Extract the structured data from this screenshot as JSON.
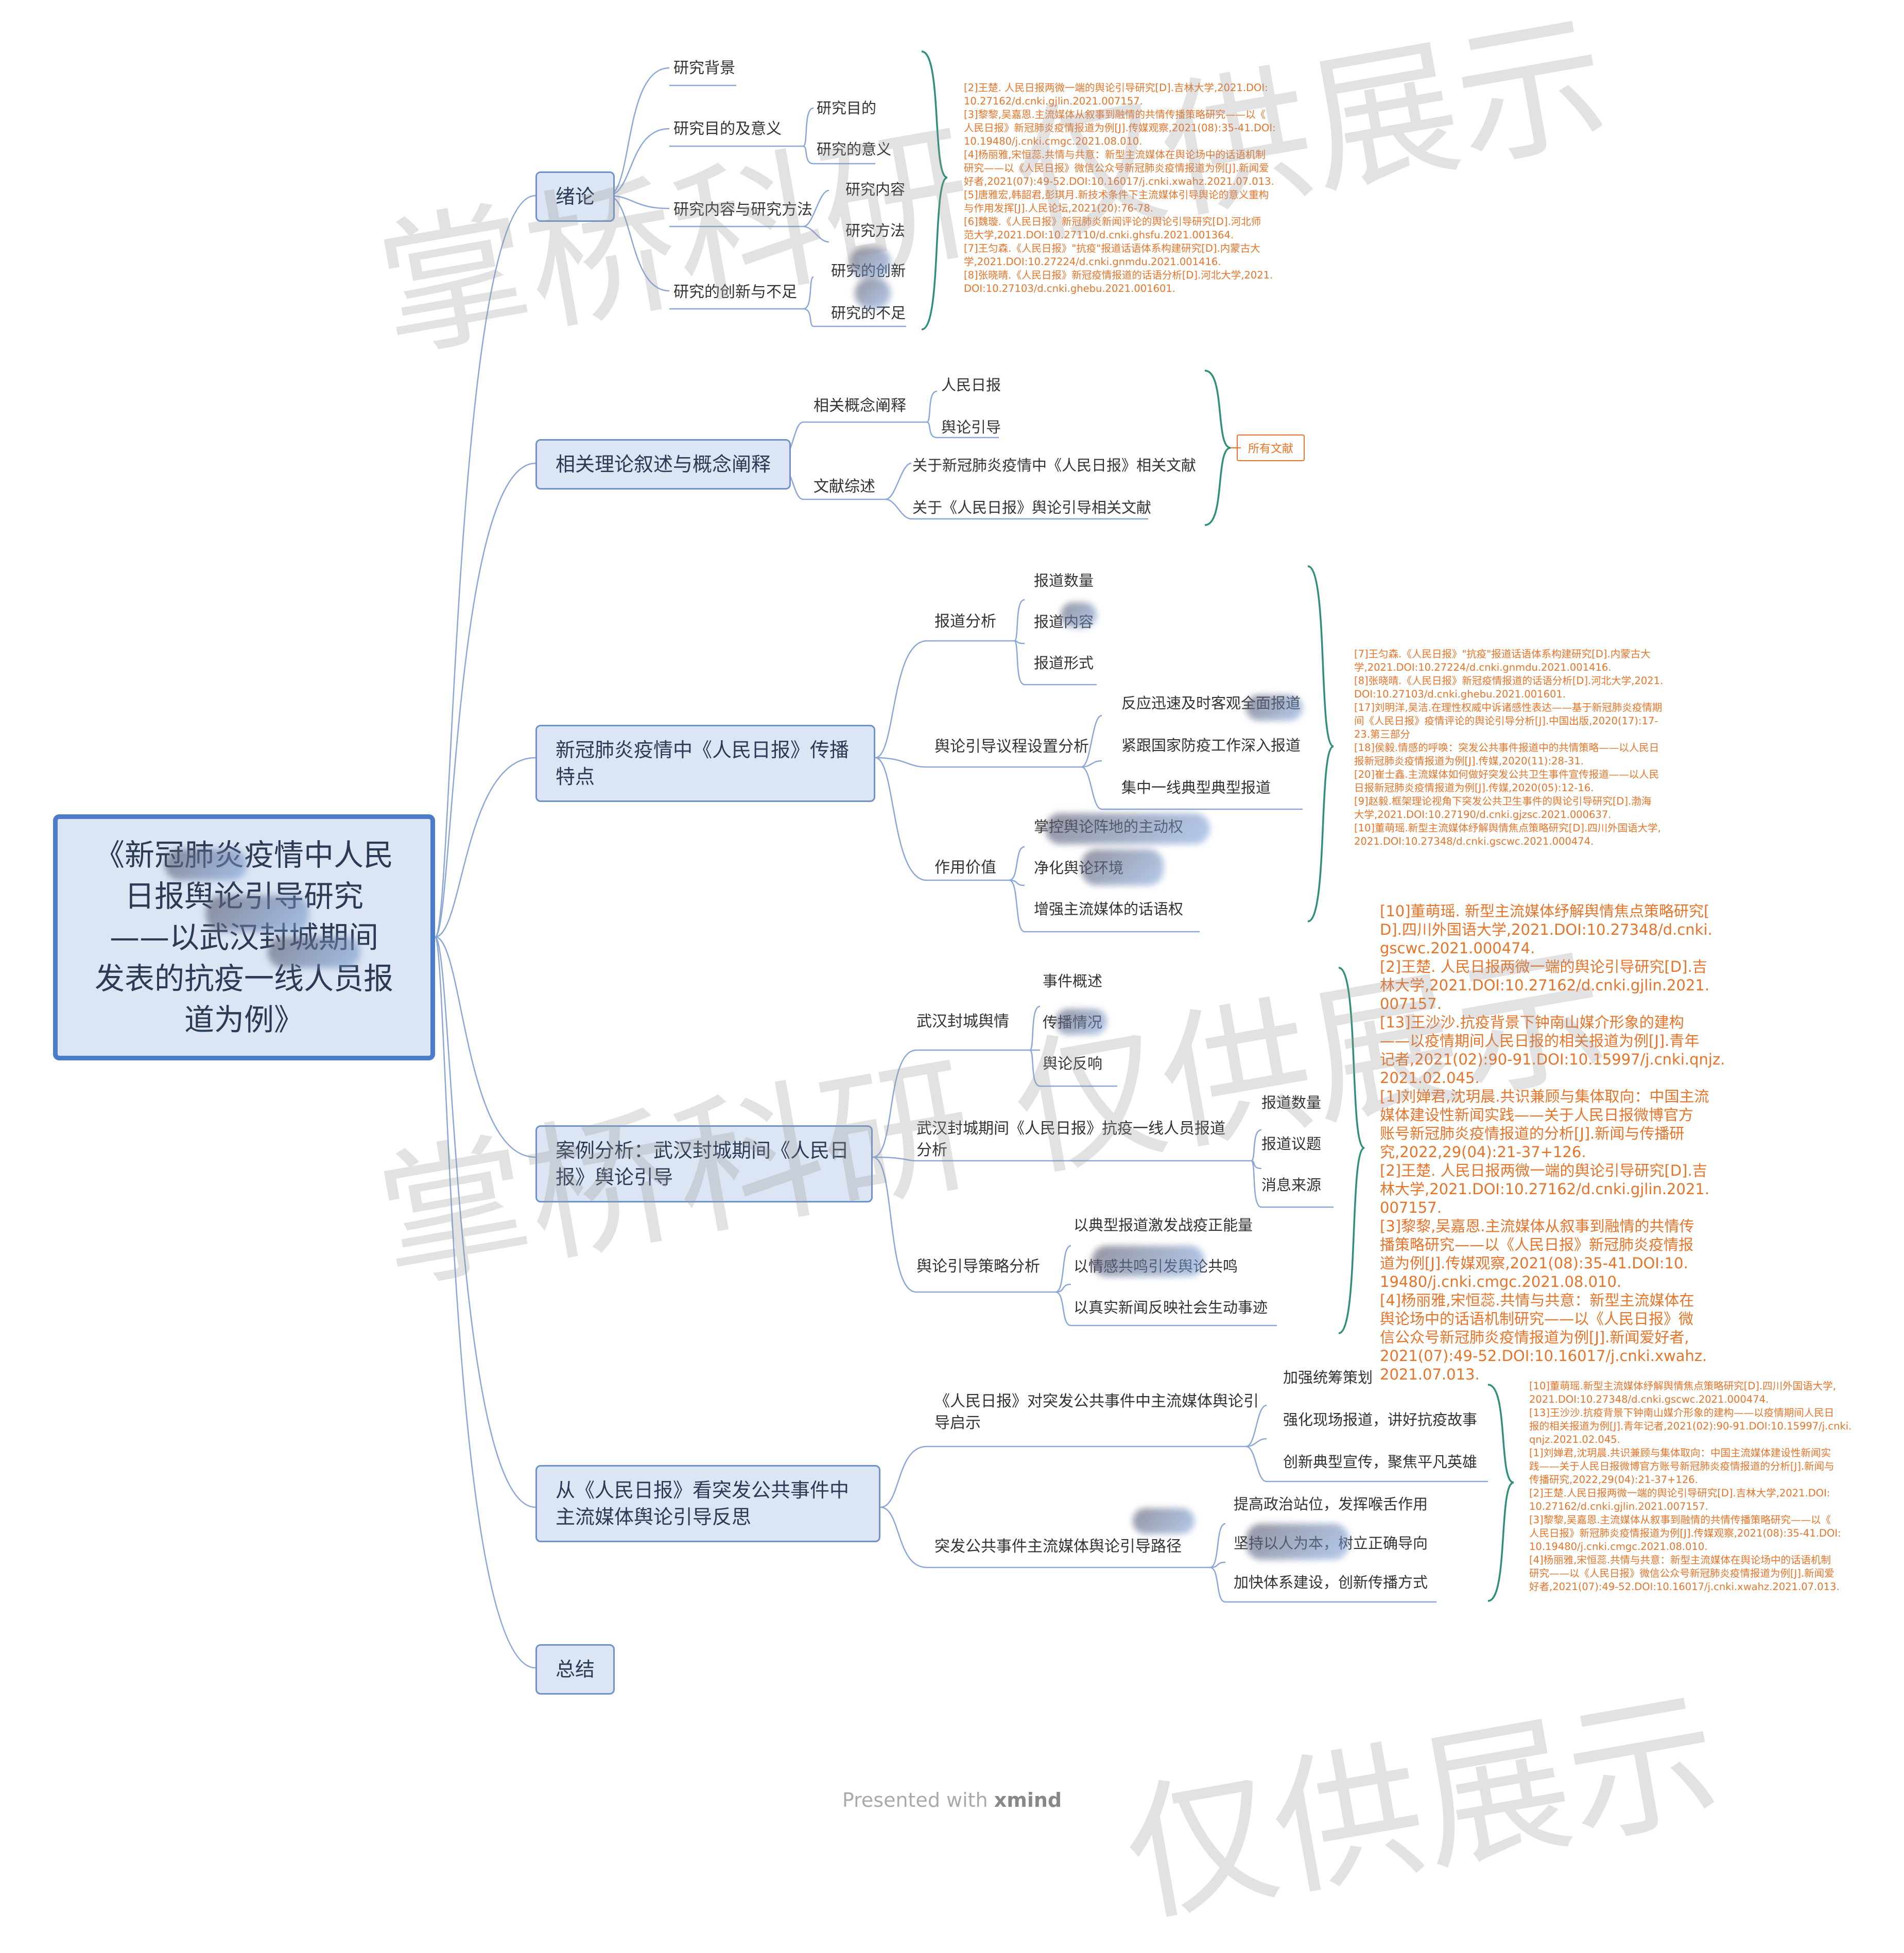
{
  "root": {
    "title_lines": [
      "《新冠肺炎疫情中人民",
      "日报舆论引导研究",
      "——以武汉封城期间",
      "发表的抗疫一线人员报",
      "道为例》"
    ]
  },
  "sections": {
    "s1": {
      "label": "绪论",
      "children": {
        "bg": "研究背景",
        "purpose": {
          "label": "研究目的及意义",
          "items": [
            "研究目的",
            "研究的意义"
          ]
        },
        "content": {
          "label": "研究内容与研究方法",
          "items": [
            "研究内容",
            "研究方法"
          ]
        },
        "innov": {
          "label": "研究的创新与不足",
          "items": [
            "研究的创新",
            "研究的不足"
          ]
        }
      },
      "refs": "[2]王楚. 人民日报两微一端的舆论引导研究[D].吉林大学,2021.DOI:\n10.27162/d.cnki.gjlin.2021.007157.\n[3]黎黎,吴嘉恩.主流媒体从叙事到融情的共情传播策略研究——以《\n人民日报》新冠肺炎疫情报道为例[J].传媒观察,2021(08):35-41.DOI:\n10.19480/j.cnki.cmgc.2021.08.010.\n[4]杨丽雅,宋恒蕊.共情与共意：新型主流媒体在舆论场中的话语机制\n研究——以《人民日报》微信公众号新冠肺炎疫情报道为例[J].新闻爱\n好者,2021(07):49-52.DOI:10.16017/j.cnki.xwahz.2021.07.013.\n[5]唐雅宏,韩韶君,彭琪月.新技术条件下主流媒体引导舆论的意义重构\n与作用发挥[J].人民论坛,2021(20):76-78.\n[6]魏璇.《人民日报》新冠肺炎新闻评论的舆论引导研究[D].河北师\n范大学,2021.DOI:10.27110/d.cnki.ghsfu.2021.001364.\n[7]王匀森.《人民日报》\"抗疫\"报道话语体系构建研究[D].内蒙古大\n学,2021.DOI:10.27224/d.cnki.gnmdu.2021.001416.\n[8]张晓晴.《人民日报》新冠疫情报道的话语分析[D].河北大学,2021.\nDOI:10.27103/d.cnki.ghebu.2021.001601."
    },
    "s2": {
      "label": "相关理论叙述与概念阐释",
      "children": {
        "concept": {
          "label": "相关概念阐释",
          "items": [
            "人民日报",
            "舆论引导"
          ]
        },
        "review": {
          "label": "文献综述",
          "items": [
            "关于新冠肺炎疫情中《人民日报》相关文献",
            "关于《人民日报》舆论引导相关文献"
          ]
        }
      },
      "tag": "所有文献"
    },
    "s3": {
      "label": "新冠肺炎疫情中《人民日报》传播特点",
      "children": {
        "analysis": {
          "label": "报道分析",
          "items": [
            "报道数量",
            "报道内容",
            "报道形式"
          ]
        },
        "agenda": {
          "label": "舆论引导议程设置分析",
          "items": [
            "反应迅速及时客观全面报道",
            "紧跟国家防疫工作深入报道",
            "集中一线典型典型报道"
          ]
        },
        "value": {
          "label": "作用价值",
          "items": [
            "掌控舆论阵地的主动权",
            "净化舆论环境",
            "增强主流媒体的话语权"
          ]
        }
      },
      "refs": "[7]王匀森.《人民日报》\"抗疫\"报道话语体系构建研究[D].内蒙古大\n学,2021.DOI:10.27224/d.cnki.gnmdu.2021.001416.\n[8]张晓晴.《人民日报》新冠疫情报道的话语分析[D].河北大学,2021.\nDOI:10.27103/d.cnki.ghebu.2021.001601.\n[17]刘明洋,吴洁.在理性权威中诉诸感性表达——基于新冠肺炎疫情期\n间《人民日报》疫情评论的舆论引导分析[J].中国出版,2020(17):17-\n23.第三部分\n[18]侯毅.情感的呼唤：突发公共事件报道中的共情策略——以人民日\n报新冠肺炎疫情报道为例[J].传媒,2020(11):28-31.\n[20]崔士鑫.主流媒体如何做好突发公共卫生事件宣传报道——以人民\n日报新冠肺炎疫情报道为例[J].传媒,2020(05):12-16.\n[9]赵毅.框架理论视角下突发公共卫生事件的舆论引导研究[D].渤海\n大学,2021.DOI:10.27190/d.cnki.gjzsc.2021.000637.\n[10]董萌瑶.新型主流媒体纾解舆情焦点策略研究[D].四川外国语大学,\n2021.DOI:10.27348/d.cnki.gscwc.2021.000474."
    },
    "s4": {
      "label": "案例分析：武汉封城期间《人民日报》舆论引导",
      "children": {
        "event": {
          "label": "武汉封城舆情",
          "items": [
            "事件概述",
            "传播情况",
            "舆论反响"
          ]
        },
        "report": {
          "label": "武汉封城期间《人民日报》抗疫一线人员报道分析",
          "items": [
            "报道数量",
            "报道议题",
            "消息来源"
          ]
        },
        "strategy": {
          "label": "舆论引导策略分析",
          "items": [
            "以典型报道激发战疫正能量",
            "以情感共鸣引发舆论共鸣",
            "以真实新闻反映社会生动事迹"
          ]
        }
      },
      "refs": "[10]董萌瑶. 新型主流媒体纾解舆情焦点策略研究[\nD].四川外国语大学,2021.DOI:10.27348/d.cnki.\ngscwc.2021.000474.\n[2]王楚. 人民日报两微一端的舆论引导研究[D].吉\n林大学,2021.DOI:10.27162/d.cnki.gjlin.2021.\n007157.\n[13]王沙沙.抗疫背景下钟南山媒介形象的建构\n——以疫情期间人民日报的相关报道为例[J].青年\n记者,2021(02):90-91.DOI:10.15997/j.cnki.qnjz.\n2021.02.045.\n[1]刘婵君,沈玥晨.共识兼顾与集体取向：中国主流\n媒体建设性新闻实践——关于人民日报微博官方\n账号新冠肺炎疫情报道的分析[J].新闻与传播研\n究,2022,29(04):21-37+126.\n[2]王楚. 人民日报两微一端的舆论引导研究[D].吉\n林大学,2021.DOI:10.27162/d.cnki.gjlin.2021.\n007157.\n[3]黎黎,吴嘉恩.主流媒体从叙事到融情的共情传\n播策略研究——以《人民日报》新冠肺炎疫情报\n道为例[J].传媒观察,2021(08):35-41.DOI:10.\n19480/j.cnki.cmgc.2021.08.010.\n[4]杨丽雅,宋恒蕊.共情与共意：新型主流媒体在\n舆论场中的话语机制研究——以《人民日报》微\n信公众号新冠肺炎疫情报道为例[J].新闻爱好者,\n2021(07):49-52.DOI:10.16017/j.cnki.xwahz.\n2021.07.013."
    },
    "s5": {
      "label": "从《人民日报》看突发公共事件中主流媒体舆论引导反思",
      "children": {
        "insp": {
          "label_lines": [
            "《人民日报》对突发公共事件中主流媒体舆论引",
            "导启示"
          ],
          "items": [
            "加强统筹策划",
            "强化现场报道，讲好抗疫故事",
            "创新典型宣传，聚焦平凡英雄"
          ]
        },
        "path": {
          "label": "突发公共事件主流媒体舆论引导路径",
          "items": [
            "提高政治站位，发挥喉舌作用",
            "坚持以人为本，树立正确导向",
            "加快体系建设，创新传播方式"
          ]
        }
      },
      "refs": "[10]董萌瑶.新型主流媒体纾解舆情焦点策略研究[D].四川外国语大学,\n2021.DOI:10.27348/d.cnki.gscwc.2021.000474.\n[13]王沙沙.抗疫背景下钟南山媒介形象的建构——以疫情期间人民日\n报的相关报道为例[J].青年记者,2021(02):90-91.DOI:10.15997/j.cnki.\nqnjz.2021.02.045.\n[1]刘婵君,沈玥晨.共识兼顾与集体取向：中国主流媒体建设性新闻实\n践——关于人民日报微博官方账号新冠肺炎疫情报道的分析[J].新闻与\n传播研究,2022,29(04):21-37+126.\n[2]王楚.人民日报两微一端的舆论引导研究[D].吉林大学,2021.DOI:\n10.27162/d.cnki.gjlin.2021.007157.\n[3]黎黎,吴嘉恩.主流媒体从叙事到融情的共情传播策略研究——以《\n人民日报》新冠肺炎疫情报道为例[J].传媒观察,2021(08):35-41.DOI:\n10.19480/j.cnki.cmgc.2021.08.010.\n[4]杨丽雅,宋恒蕊.共情与共意：新型主流媒体在舆论场中的话语机制\n研究——以《人民日报》微信公众号新冠肺炎疫情报道为例[J].新闻爱\n好者,2021(07):49-52.DOI:10.16017/j.cnki.xwahz.2021.07.013."
    },
    "s6": {
      "label": "总结"
    }
  },
  "watermark": {
    "w1": "掌桥科研  仅供展示",
    "w2": "掌桥科研  仅供展示",
    "w3": "仅供展示"
  },
  "footer": {
    "prefix": "Presented with",
    "brand": "xmind"
  },
  "colors": {
    "line": "#8aa7d6",
    "ref_bracket": "#2f8f7a",
    "ref_text": "#e8742a",
    "node_fill": "#dbe5f3",
    "node_border": "#6f93c9"
  }
}
